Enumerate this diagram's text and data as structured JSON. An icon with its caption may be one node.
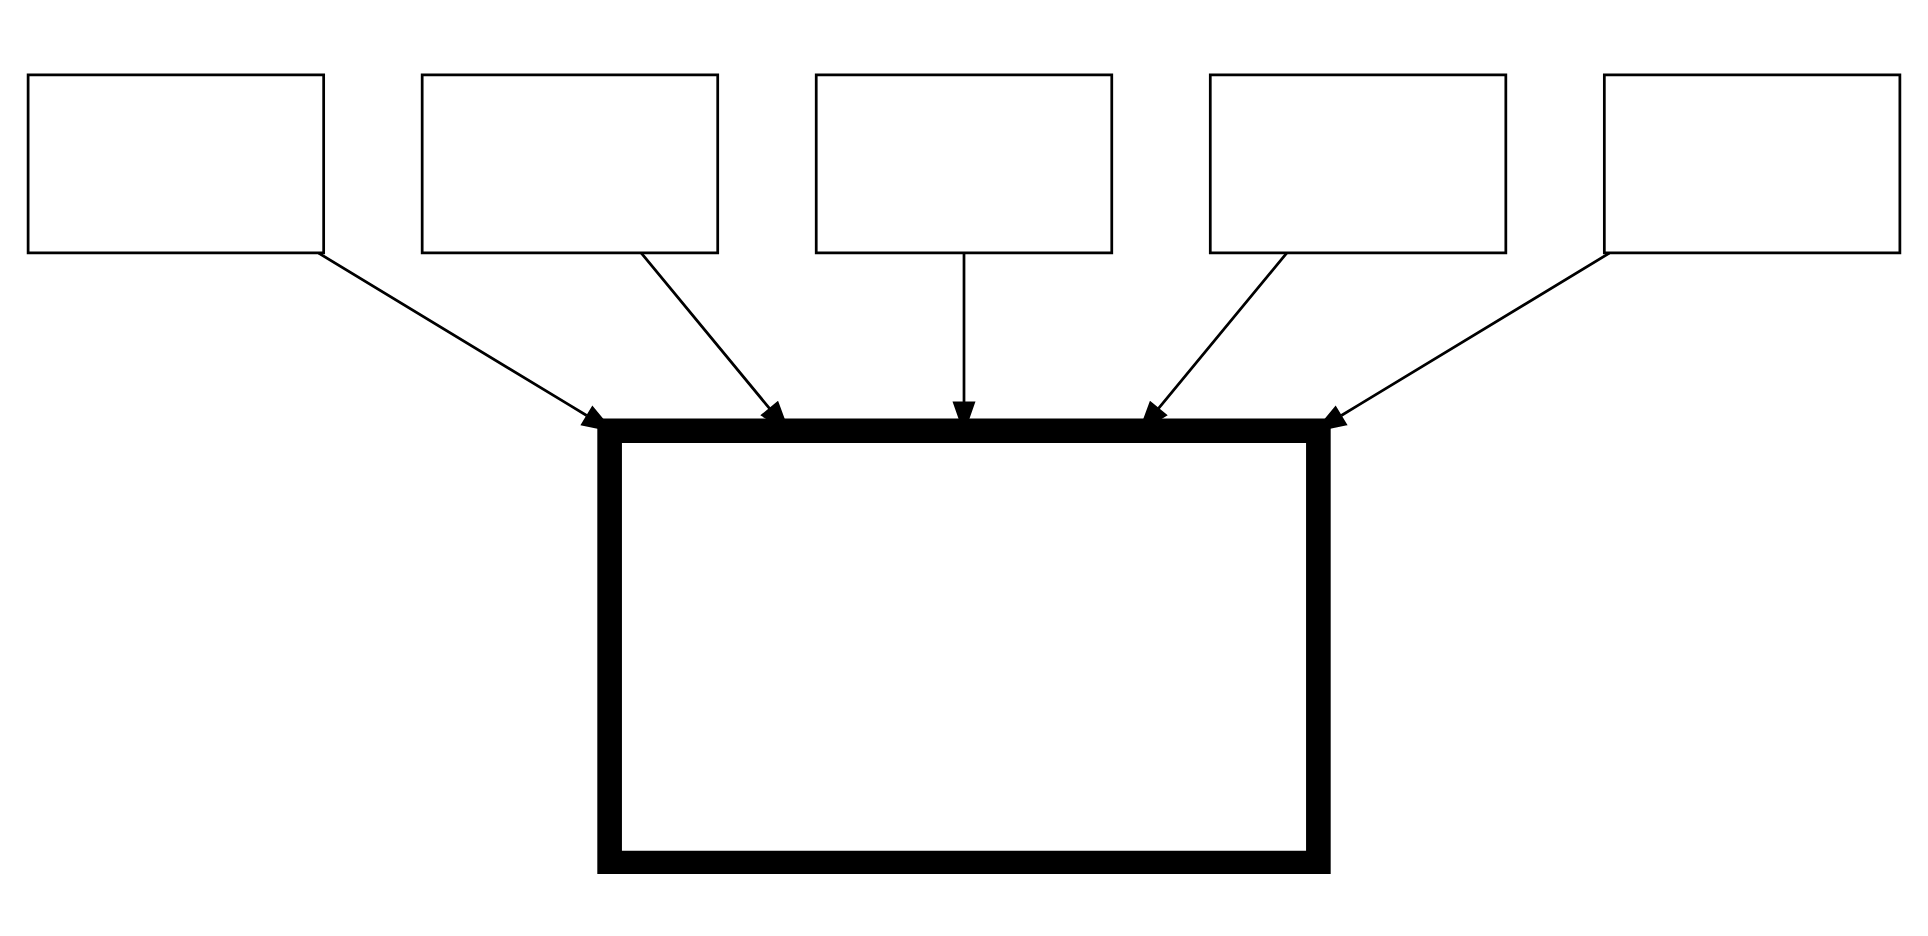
{
  "diagram": {
    "nodes": [
      {
        "text": [],
        "shape": "box"
      },
      {
        "text": [],
        "shape": "box"
      },
      {
        "text": [],
        "shape": "box"
      },
      {
        "text": [],
        "shape": "box"
      },
      {
        "text": [],
        "shape": "box"
      },
      {
        "text": [],
        "shape": "box"
      }
    ],
    "edges": [
      {
        "from": 0,
        "to": 5,
        "arrow": "to"
      },
      {
        "from": 1,
        "to": 5,
        "arrow": "to"
      },
      {
        "from": 2,
        "to": 5,
        "arrow": "to"
      },
      {
        "from": 3,
        "to": 5,
        "arrow": "to"
      },
      {
        "from": 4,
        "to": 5,
        "arrow": "to"
      }
    ]
  }
}
